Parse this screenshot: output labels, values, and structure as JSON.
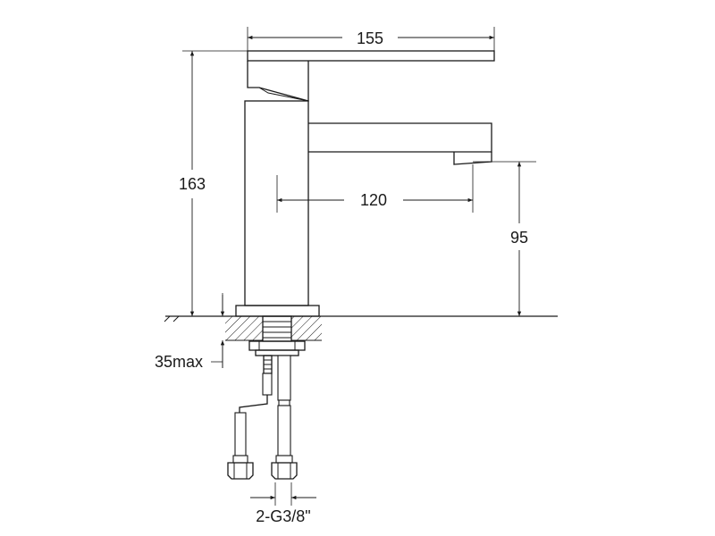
{
  "dimensions": {
    "overall_length": "155",
    "overall_height": "163",
    "spout_reach": "120",
    "spout_height": "95",
    "deck_thickness": "35max",
    "connections": "2-G3/8\""
  }
}
